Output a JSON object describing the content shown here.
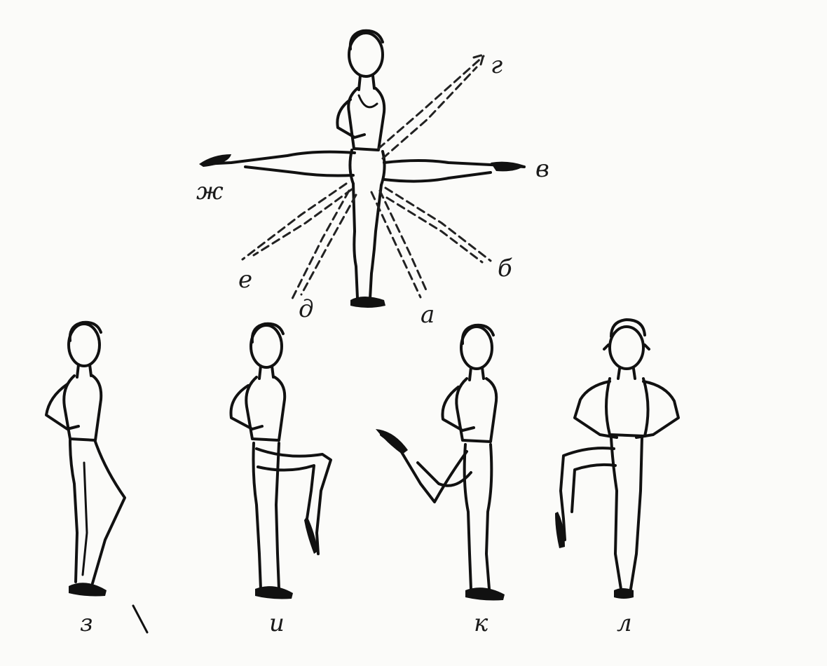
{
  "figure": {
    "top_labels": {
      "a": "а",
      "b": "б",
      "v": "в",
      "g": "г",
      "d": "д",
      "e": "е",
      "zh": "ж"
    },
    "bottom_labels": {
      "z": "з",
      "i": "и",
      "k": "к",
      "l": "л"
    }
  }
}
